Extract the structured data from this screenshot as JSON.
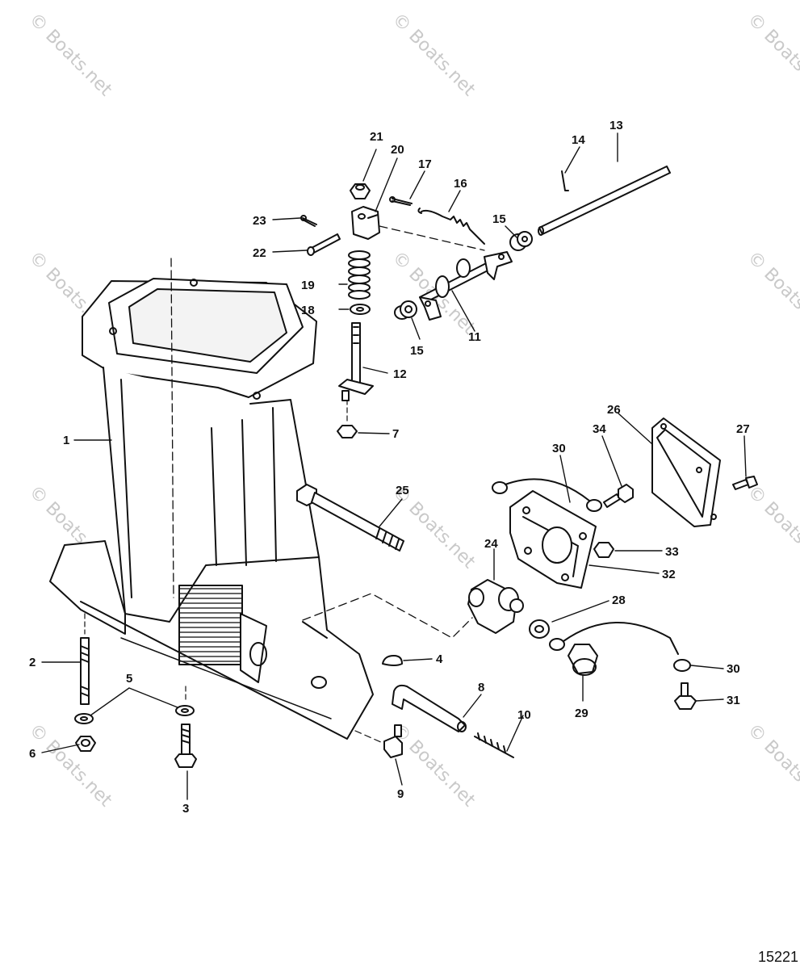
{
  "diagram": {
    "watermark": "© Boats.net",
    "reference_number": "15221",
    "callouts": [
      "1",
      "2",
      "3",
      "4",
      "5",
      "6",
      "7",
      "8",
      "9",
      "10",
      "11",
      "12",
      "13",
      "14",
      "15",
      "15",
      "16",
      "17",
      "18",
      "19",
      "20",
      "21",
      "22",
      "23",
      "24",
      "25",
      "26",
      "27",
      "28",
      "29",
      "30",
      "30",
      "31",
      "32",
      "33",
      "34"
    ]
  }
}
